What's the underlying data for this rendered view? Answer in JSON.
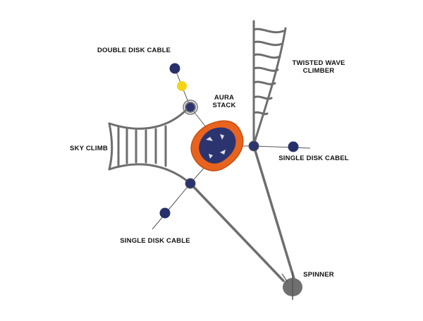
{
  "labels": {
    "double_disk_cable": "DOUBLE DISK CABLE",
    "aura_stack_line1": "AURA",
    "aura_stack_line2": "STACK",
    "twisted_wave_line1": "TWISTED WAVE",
    "twisted_wave_line2": "CLIMBER",
    "sky_climb": "SKY CLIMB",
    "single_disk_cabel": "SINGLE DISK CABEL",
    "single_disk_cable": "SINGLE DISK CABLE",
    "spinner": "SPINNER"
  },
  "colors": {
    "frame": "#6b6b6b",
    "orange": "#e8641e",
    "navy": "#27306a",
    "yellow": "#f3d515",
    "cable": "#555555",
    "text": "#111111"
  }
}
